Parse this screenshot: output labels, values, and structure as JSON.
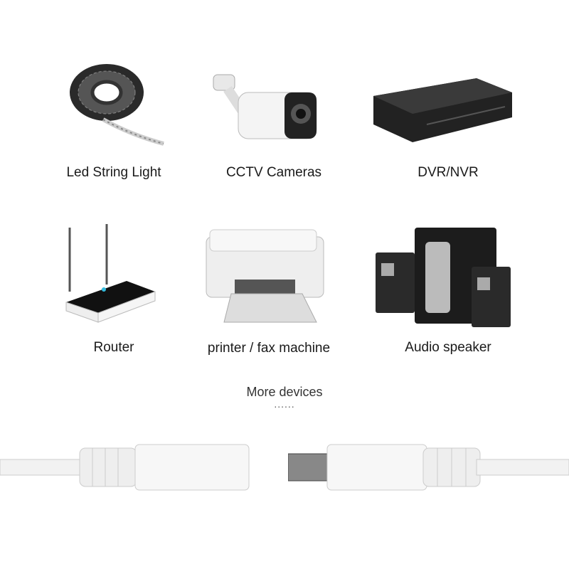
{
  "devices": [
    {
      "label": "Led String Light",
      "icon": "led-strip-icon"
    },
    {
      "label": "CCTV Cameras",
      "icon": "cctv-camera-icon"
    },
    {
      "label": "DVR/NVR",
      "icon": "dvr-icon"
    },
    {
      "label": "Router",
      "icon": "router-icon"
    },
    {
      "label": "printer / fax machine",
      "icon": "printer-icon"
    },
    {
      "label": "Audio speaker",
      "icon": "speaker-icon"
    }
  ],
  "more": {
    "label": "More devices",
    "dots": "......"
  }
}
